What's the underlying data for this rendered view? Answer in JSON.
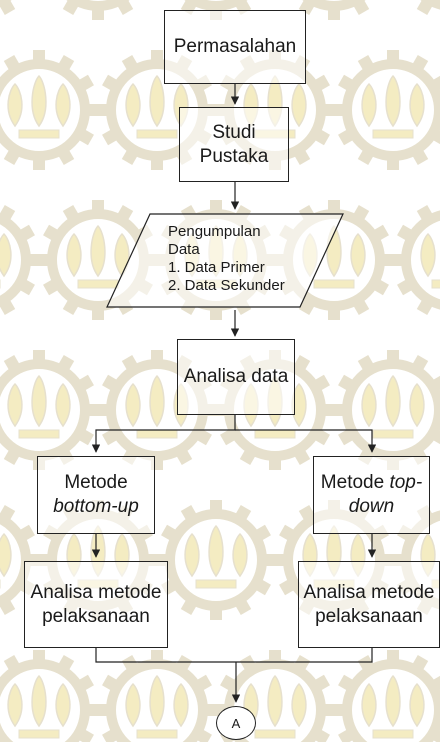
{
  "watermark": {
    "color_fill": "#f4ecc2",
    "color_stroke": "#e6e0cd",
    "icon": "its-emblem-icon"
  },
  "nodes": {
    "permasalahan": "Permasalahan",
    "studi_pustaka": [
      "Studi",
      "Pustaka"
    ],
    "pengumpulan_data": [
      "Pengumpulan",
      "Data",
      "1. Data Primer",
      "2. Data Sekunder"
    ],
    "analisa_data": "Analisa data",
    "metode_bottom_up": {
      "line1": "Metode",
      "line2": "bottom-up"
    },
    "metode_top_down": {
      "line1_plain": "Metode ",
      "line1_italic": "top-",
      "line2": "down"
    },
    "analisa_metode_left": [
      "Analisa metode",
      "pelaksanaan"
    ],
    "analisa_metode_right": [
      "Analisa metode",
      "pelaksanaan"
    ],
    "connector": "A"
  }
}
